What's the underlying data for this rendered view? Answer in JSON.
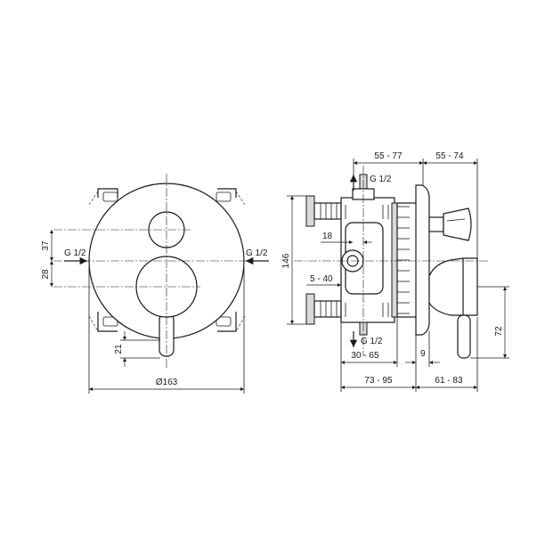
{
  "front_view": {
    "inlet_left": "G 1/2",
    "inlet_right": "G 1/2",
    "dim_offset_top": "37",
    "dim_offset_bottom": "28",
    "dim_lever_offset": "21",
    "dim_diameter": "Ø163"
  },
  "side_view": {
    "outlet_top": "G 1/2",
    "outlet_bottom": "G 1/2",
    "dim_depth_1": "55 - 77",
    "dim_depth_2": "55 - 74",
    "dim_height": "146",
    "dim_18": "18",
    "dim_5_40": "5 - 40",
    "dim_30_65": "30 - 65",
    "dim_9": "9",
    "dim_73_95": "73 - 95",
    "dim_61_83": "61 - 83",
    "dim_72": "72"
  }
}
